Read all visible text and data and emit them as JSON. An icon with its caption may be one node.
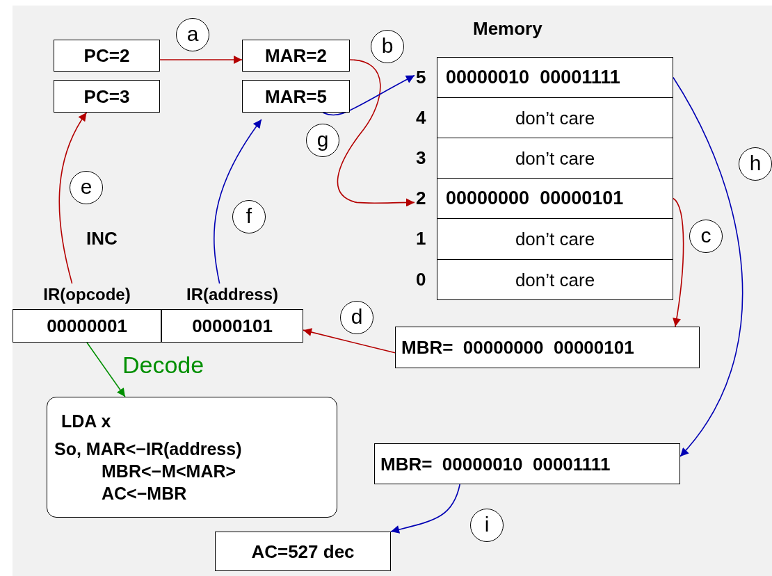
{
  "diagram": {
    "nodes": [
      {
        "text": [
          "PC=2"
        ]
      },
      {
        "text": [
          "PC=3"
        ]
      },
      {
        "text": [
          "MAR=2"
        ]
      },
      {
        "text": [
          "MAR=5"
        ]
      },
      {
        "text": [
          "Memory"
        ]
      },
      {
        "text": [
          "00000010  00001111"
        ],
        "in": 4,
        "beside": [
          "5"
        ]
      },
      {
        "text": [
          "don’t care"
        ],
        "in": 4,
        "beside": [
          "4"
        ]
      },
      {
        "text": [
          "don’t care"
        ],
        "in": 4,
        "beside": [
          "3"
        ]
      },
      {
        "text": [
          "00000000  00000101"
        ],
        "in": 4,
        "beside": [
          "2"
        ]
      },
      {
        "text": [
          "don’t care"
        ],
        "in": 4,
        "beside": [
          "1"
        ]
      },
      {
        "text": [
          "don’t care"
        ],
        "in": 4,
        "beside": [
          "0"
        ]
      },
      {
        "text": [
          "IR(opcode)",
          "00000001"
        ]
      },
      {
        "text": [
          "IR(address)",
          "00000101"
        ]
      },
      {
        "text": [
          "MBR=  00000000  00000101"
        ]
      },
      {
        "text": [
          "LDA x",
          "So, MAR<−IR(address)",
          "MBR<−M<MAR>",
          "AC<−MBR"
        ]
      },
      {
        "text": [
          "MBR=  00000010  00001111"
        ]
      },
      {
        "text": [
          "AC=527 dec"
        ]
      },
      {
        "text": [
          "a"
        ]
      },
      {
        "text": [
          "b"
        ]
      },
      {
        "text": [
          "c"
        ]
      },
      {
        "text": [
          "d"
        ]
      },
      {
        "text": [
          "e"
        ]
      },
      {
        "text": [
          "f"
        ]
      },
      {
        "text": [
          "g"
        ]
      },
      {
        "text": [
          "h"
        ]
      },
      {
        "text": [
          "i"
        ]
      }
    ],
    "edges": [
      {
        "from": 0,
        "to": 2,
        "arrow": "to"
      },
      {
        "from": 2,
        "to": 8,
        "arrow": "to"
      },
      {
        "from": 8,
        "to": 13,
        "arrow": "to"
      },
      {
        "from": 13,
        "to": 12,
        "arrow": "to"
      },
      {
        "from": 11,
        "to": 1,
        "arrow": "to"
      },
      {
        "from": 12,
        "to": 3,
        "arrow": "to",
        "color": "#0000b4"
      },
      {
        "from": 3,
        "to": 5,
        "arrow": "to",
        "color": "#0000b4"
      },
      {
        "from": 5,
        "to": 15,
        "arrow": "to",
        "color": "#0000b4"
      },
      {
        "from": 15,
        "to": 16,
        "arrow": "to",
        "color": "#0000b4"
      },
      {
        "from": 11,
        "to": 14,
        "arrow": "to",
        "label": "Decode",
        "color": "#008f00"
      }
    ],
    "labels": [
      "INC"
    ]
  }
}
